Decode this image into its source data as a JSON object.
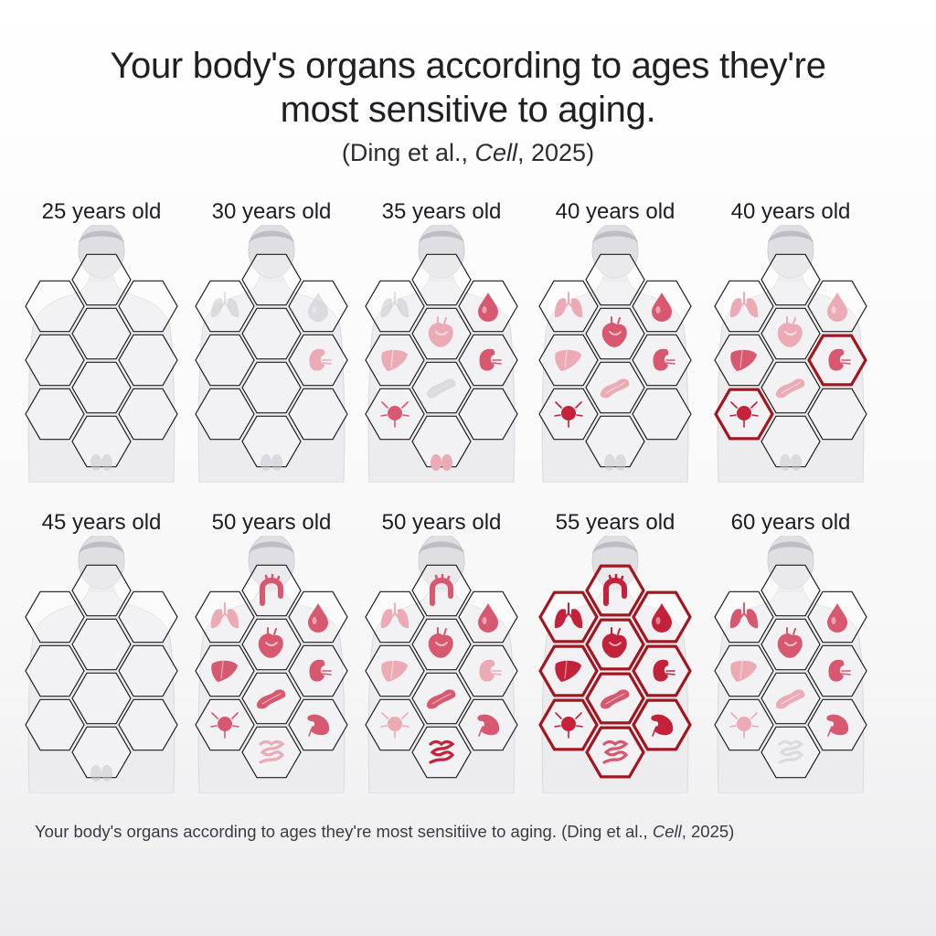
{
  "header": {
    "title_line1": "Your body's organs according to ages they're",
    "title_line2": "most sensitive to aging.",
    "citation_prefix": "(Ding et al., ",
    "citation_journal": "Cell",
    "citation_suffix": ", 2025)"
  },
  "colors": {
    "highlight": "#a3161f",
    "organ_dark": "#c4213a",
    "organ_mid": "#d8586f",
    "organ_light": "#ecaab5",
    "hex_stroke": "#1c1c22"
  },
  "panels": [
    {
      "label": "25 years old",
      "organs": {
        "thyroid": "faint"
      },
      "highlight": []
    },
    {
      "label": "30 years old",
      "organs": {
        "lungs": "faint",
        "blood": "faint",
        "kidney": "light",
        "thyroid": "faint"
      },
      "highlight": []
    },
    {
      "label": "35 years old",
      "organs": {
        "lungs": "faint",
        "blood": "mid",
        "heart": "light",
        "liver": "light",
        "kidney": "mid",
        "pancreas": "faint",
        "bladder": "mid",
        "thyroid": "light"
      },
      "highlight": []
    },
    {
      "label": "40 years old",
      "organs": {
        "lungs": "light",
        "blood": "mid",
        "heart": "mid",
        "liver": "light",
        "kidney": "mid",
        "pancreas": "light",
        "bladder": "dark",
        "thyroid": "faint"
      },
      "highlight": []
    },
    {
      "label": "40 years old",
      "organs": {
        "lungs": "light",
        "blood": "light",
        "heart": "light",
        "liver": "mid",
        "kidney": "mid",
        "pancreas": "light",
        "bladder": "dark",
        "thyroid": "faint"
      },
      "highlight": [
        "kidney",
        "bladder"
      ]
    },
    {
      "label": "45 years old",
      "organs": {
        "thyroid": "faint"
      },
      "highlight": []
    },
    {
      "label": "50 years old",
      "organs": {
        "aorta": "mid",
        "lungs": "light",
        "blood": "mid",
        "heart": "mid",
        "liver": "mid",
        "kidney": "mid",
        "pancreas": "mid",
        "bladder": "mid",
        "spleen": "mid",
        "intestine": "light"
      },
      "highlight": []
    },
    {
      "label": "50 years old",
      "organs": {
        "aorta": "mid",
        "lungs": "light",
        "blood": "mid",
        "heart": "mid",
        "liver": "light",
        "kidney": "light",
        "pancreas": "mid",
        "bladder": "light",
        "spleen": "mid",
        "intestine": "dark"
      },
      "highlight": []
    },
    {
      "label": "55 years old",
      "organs": {
        "aorta": "dark",
        "lungs": "dark",
        "blood": "dark",
        "heart": "dark",
        "liver": "dark",
        "kidney": "dark",
        "pancreas": "mid",
        "bladder": "dark",
        "spleen": "dark",
        "intestine": "mid"
      },
      "highlight": [
        "aorta",
        "lungs",
        "blood",
        "heart",
        "liver",
        "kidney",
        "pancreas",
        "bladder",
        "spleen",
        "intestine"
      ]
    },
    {
      "label": "60 years old",
      "organs": {
        "lungs": "mid",
        "blood": "mid",
        "heart": "mid",
        "liver": "light",
        "kidney": "mid",
        "pancreas": "light",
        "bladder": "light",
        "spleen": "mid",
        "intestine": "faint"
      },
      "highlight": []
    }
  ],
  "footer": {
    "prefix": "Your body's organs according to ages they're most sensitiive to aging. (Ding et al., ",
    "journal": "Cell",
    "suffix": ", 2025)"
  }
}
